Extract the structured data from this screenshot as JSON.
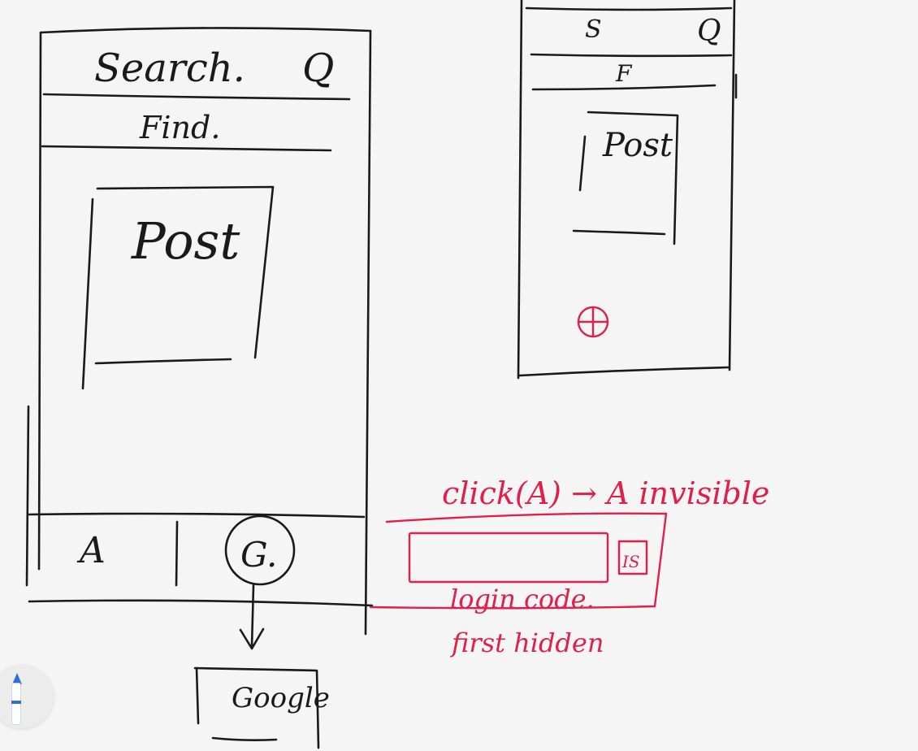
{
  "large_wireframe": {
    "search_label": "Search.",
    "search_icon": "Q",
    "find_label": "Find.",
    "post_label": "Post",
    "bottom_tab_a": "A",
    "bottom_tab_g": "G.",
    "google_box_label": "Google"
  },
  "small_wireframe": {
    "search_label": "S",
    "search_icon": "Q",
    "find_label": "F",
    "post_label": "Post",
    "add_icon": "plus-circle-icon"
  },
  "annotations": {
    "click_note": "click(A) → A invisible",
    "code_button": "IS",
    "login_code_label": "login code.",
    "first_hidden_label": "first hidden"
  },
  "colors": {
    "ink": "#1a1a1a",
    "red_ink": "#e0204a",
    "background": "#f5f5f5"
  }
}
